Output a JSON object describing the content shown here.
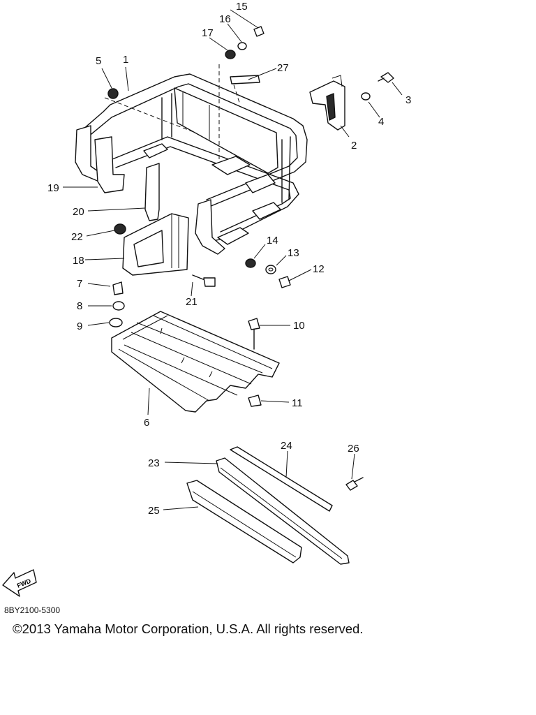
{
  "callouts": [
    {
      "id": "1",
      "text": "1"
    },
    {
      "id": "2",
      "text": "2"
    },
    {
      "id": "3",
      "text": "3"
    },
    {
      "id": "4",
      "text": "4"
    },
    {
      "id": "5",
      "text": "5"
    },
    {
      "id": "6",
      "text": "6"
    },
    {
      "id": "7",
      "text": "7"
    },
    {
      "id": "8",
      "text": "8"
    },
    {
      "id": "9",
      "text": "9"
    },
    {
      "id": "10",
      "text": "10"
    },
    {
      "id": "11",
      "text": "11"
    },
    {
      "id": "12",
      "text": "12"
    },
    {
      "id": "13",
      "text": "13"
    },
    {
      "id": "14",
      "text": "14"
    },
    {
      "id": "15",
      "text": "15"
    },
    {
      "id": "16",
      "text": "16"
    },
    {
      "id": "17",
      "text": "17"
    },
    {
      "id": "18",
      "text": "18"
    },
    {
      "id": "19",
      "text": "19"
    },
    {
      "id": "20",
      "text": "20"
    },
    {
      "id": "21",
      "text": "21"
    },
    {
      "id": "22",
      "text": "22"
    },
    {
      "id": "23",
      "text": "23"
    },
    {
      "id": "24",
      "text": "24"
    },
    {
      "id": "25",
      "text": "25"
    },
    {
      "id": "26",
      "text": "26"
    },
    {
      "id": "27",
      "text": "27"
    }
  ],
  "fwd_label": "FWD",
  "part_code": "8BY2100-5300",
  "copyright": "©2013 Yamaha Motor Corporation, U.S.A. All rights reserved."
}
